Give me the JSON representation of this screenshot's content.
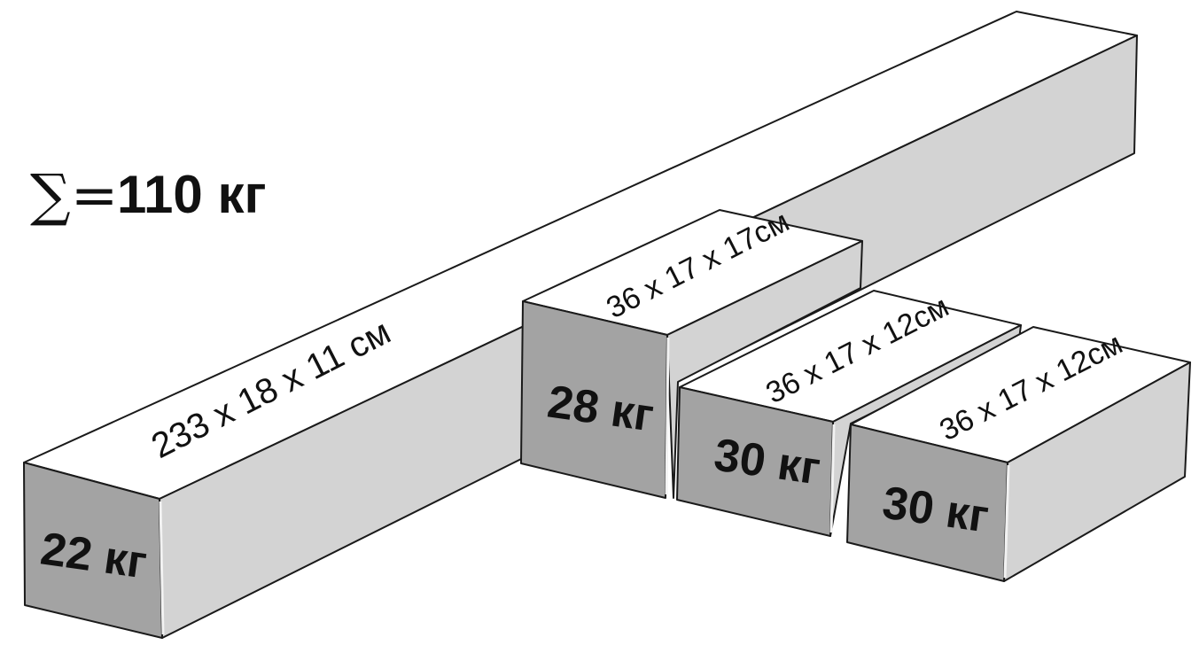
{
  "total": {
    "symbol": "∑=",
    "value": "110 кг"
  },
  "boxes": [
    {
      "dimensions": "233 x 18 x 11 см",
      "weight": "22 кг"
    },
    {
      "dimensions": "36 x 17 x 17см",
      "weight": "28 кг"
    },
    {
      "dimensions": "36 x 17 x 12см",
      "weight": "30 кг"
    },
    {
      "dimensions": "36 x 17 x 12см",
      "weight": "30 кг"
    }
  ]
}
